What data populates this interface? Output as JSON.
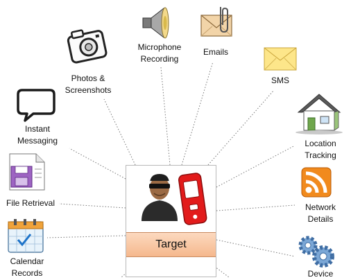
{
  "center": {
    "label": "Target",
    "icons": [
      "hacker-icon",
      "mobile-phone-icon"
    ]
  },
  "nodes": [
    {
      "id": "photos",
      "label": "Photos &\nScreenshots",
      "icon": "camera-icon"
    },
    {
      "id": "microphone",
      "label": "Microphone\nRecording",
      "icon": "speaker-icon"
    },
    {
      "id": "emails",
      "label": "Emails",
      "icon": "envelope-paperclip-icon"
    },
    {
      "id": "sms",
      "label": "SMS",
      "icon": "envelope-icon"
    },
    {
      "id": "instant-messaging",
      "label": "Instant\nMessaging",
      "icon": "speech-bubble-icon"
    },
    {
      "id": "location",
      "label": "Location\nTracking",
      "icon": "house-icon"
    },
    {
      "id": "file-retrieval",
      "label": "File Retrieval",
      "icon": "file-icon"
    },
    {
      "id": "network",
      "label": "Network\nDetails",
      "icon": "rss-icon"
    },
    {
      "id": "calendar",
      "label": "Calendar\nRecords",
      "icon": "calendar-icon"
    },
    {
      "id": "device",
      "label": "Device",
      "icon": "gears-icon"
    }
  ]
}
